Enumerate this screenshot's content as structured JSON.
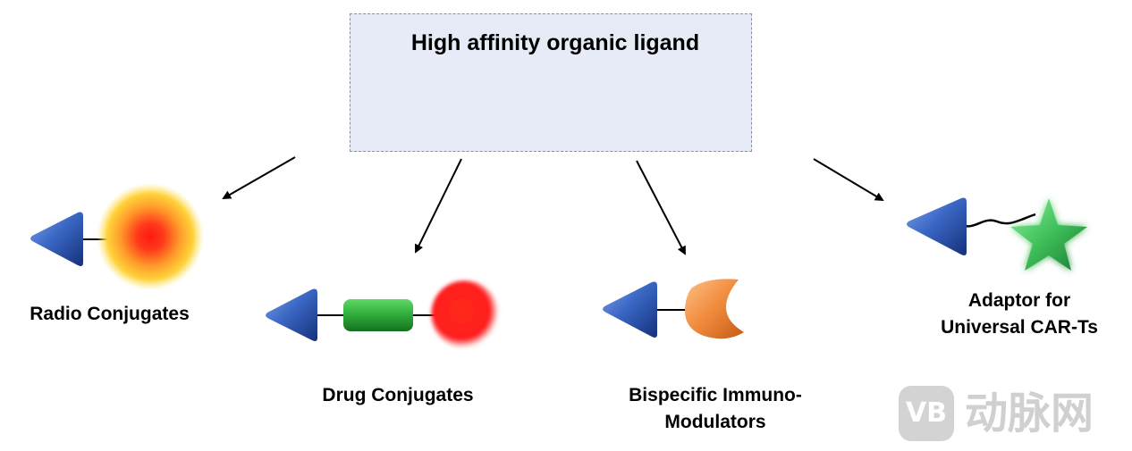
{
  "header": {
    "title": "High affinity organic ligand"
  },
  "branches": [
    {
      "id": "radio",
      "label_lines": [
        "Radio Conjugates"
      ]
    },
    {
      "id": "drug",
      "label_lines": [
        "Drug Conjugates"
      ]
    },
    {
      "id": "bispecific",
      "label_lines": [
        "Bispecific Immuno-",
        "Modulators"
      ]
    },
    {
      "id": "adaptor",
      "label_lines": [
        "Adaptor for",
        "Universal CAR-Ts"
      ]
    }
  ],
  "watermark": {
    "logo_text": "VB",
    "text": "动脉网"
  },
  "colors": {
    "ligand": "#3a67c4",
    "box_fill": "#e6ebf7",
    "linker": "#2faa3a",
    "drug": "#ff1e1e",
    "radio_core": "#ff2a1a",
    "radio_halo": "#ffd23a",
    "immuno": "#f08a3c",
    "star": "#3fbf5a"
  }
}
